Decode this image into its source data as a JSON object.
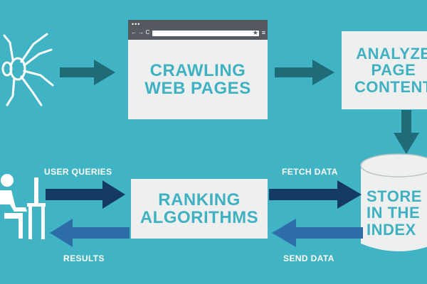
{
  "nodes": {
    "crawling": "CRAWLING\nWEB PAGES",
    "analyze": "ANALYZE\nPAGE\nCONTENT",
    "ranking": "RANKING\nALGORITHMS",
    "store": "STORE\nIN THE\nINDEX"
  },
  "edges": {
    "user_queries": "USER QUERIES",
    "results": "RESULTS",
    "fetch_data": "FETCH DATA",
    "send_data": "SEND DATA"
  },
  "browser": {
    "dots": "•••",
    "nav": "← → C",
    "star": "★",
    "menu": "≡"
  },
  "colors": {
    "background": "#40b3c4",
    "box": "#eef0f0",
    "box_text": "#3fb1c2",
    "arrow_teal": "#1f6b78",
    "arrow_navy": "#143a63",
    "arrow_blue": "#2d6ea9",
    "icon_white": "#ffffff"
  },
  "icons": [
    "spider-icon",
    "person-at-desk-icon",
    "database-cylinder-icon",
    "browser-window-icon"
  ]
}
